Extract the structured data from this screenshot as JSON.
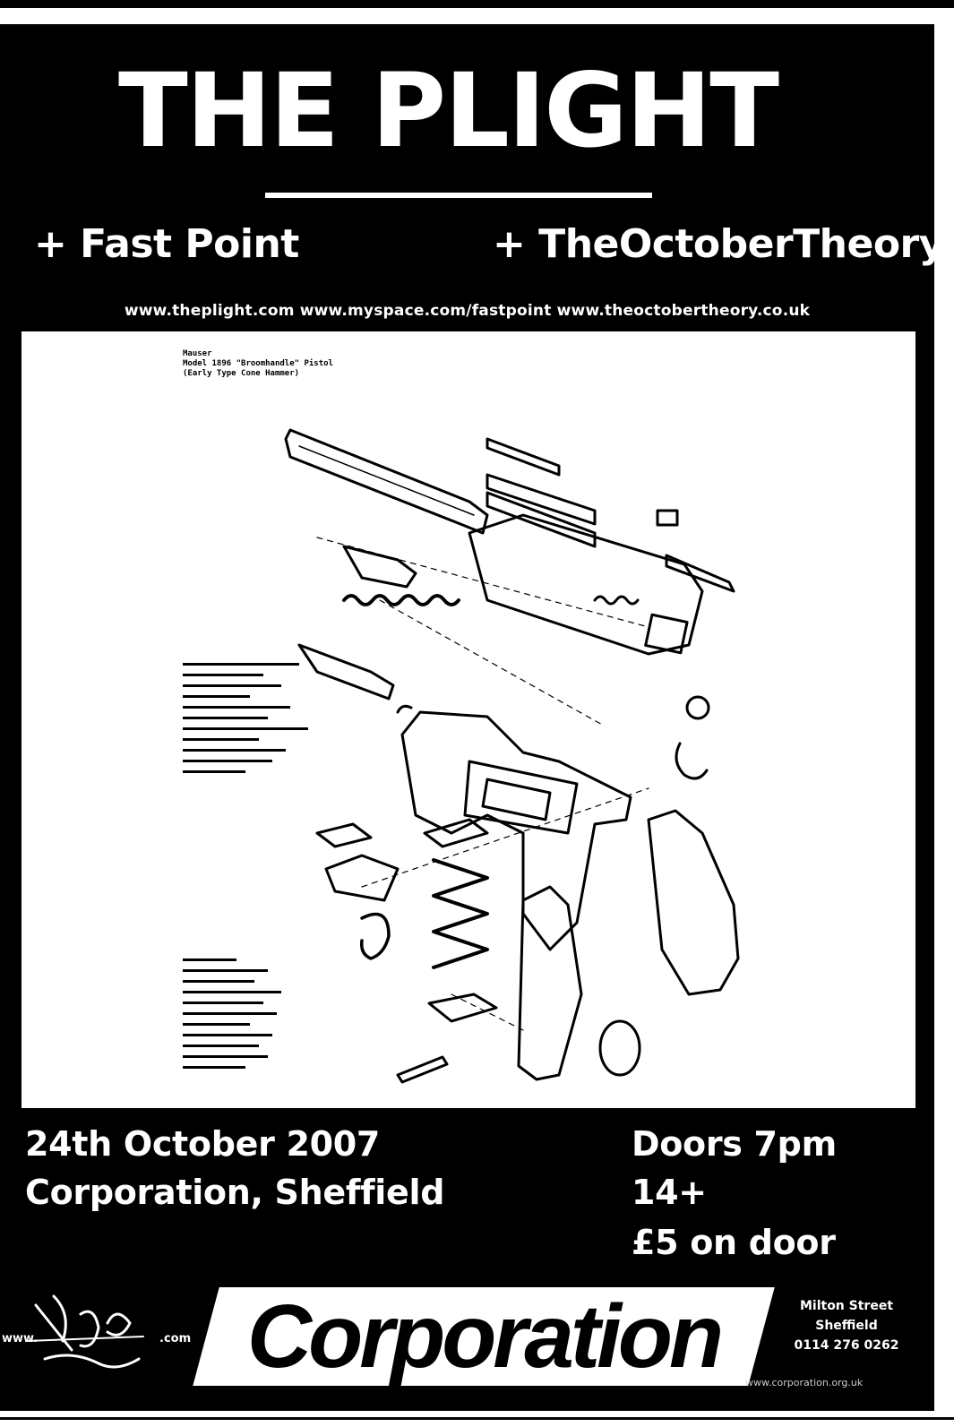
{
  "poster": {
    "headliner": "THE PLIGHT",
    "support_left": "+ Fast Point",
    "support_right": "+ TheOctoberTheory",
    "websites": "www.theplight.com  www.myspace.com/fastpoint  www.theoctobertheory.co.uk",
    "diagram_caption": [
      "Mauser",
      "Model 1896 \"Broomhandle\" Pistol",
      "(Early Type Cone Hammer)"
    ],
    "date": "24th October 2007",
    "venue": "Corporation, Sheffield",
    "doors": "Doors 7pm",
    "age": "14+",
    "price": "£5 on door",
    "footer_tag_prefix": "www.",
    "footer_tag_suffix": ".com",
    "venue_logo": "Corporation",
    "address_street": "Milton Street",
    "address_city": "Sheffield",
    "address_phone": "0114 276 0262",
    "venue_url": "www.corporation.org.uk"
  }
}
